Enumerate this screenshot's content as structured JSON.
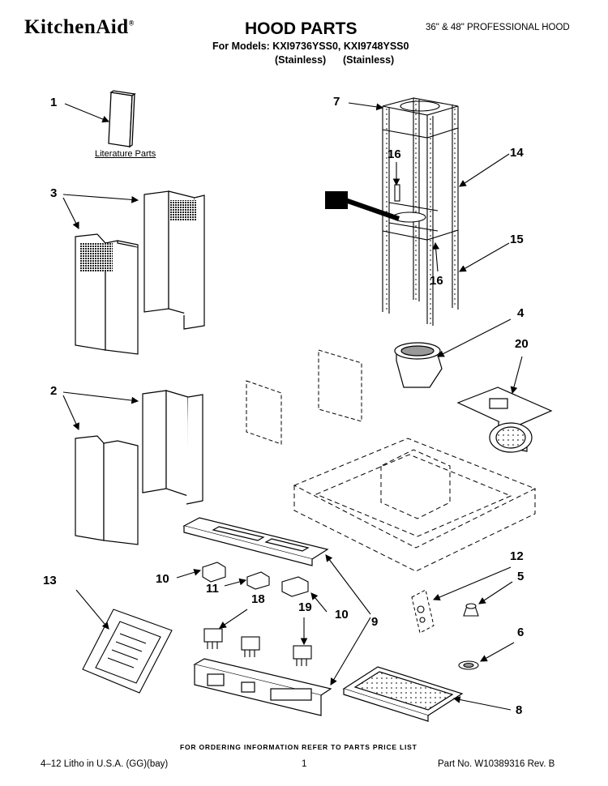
{
  "header": {
    "brand": "KitchenAid",
    "brand_mark": "®",
    "title": "HOOD PARTS",
    "models_line": "For Models: KXI9736YSS0, KXI9748YSS0",
    "material_1": "(Stainless)",
    "material_2": "(Stainless)",
    "hood_type": "36\" & 48\" PROFESSIONAL HOOD"
  },
  "labels": {
    "literature_parts": "Literature Parts"
  },
  "callouts": {
    "c1": "1",
    "c3": "3",
    "c2": "2",
    "c7": "7",
    "c16a": "16",
    "c14": "14",
    "c15": "15",
    "c16b": "16",
    "c4": "4",
    "c20": "20",
    "c12": "12",
    "c5": "5",
    "c6": "6",
    "c8": "8",
    "c9": "9",
    "c10a": "10",
    "c10b": "10",
    "c11": "11",
    "c13": "13",
    "c18": "18",
    "c19": "19"
  },
  "footer": {
    "order_info": "FOR ORDERING INFORMATION REFER TO PARTS PRICE LIST",
    "litho": "4–12 Litho in U.S.A. (GG)(bay)",
    "page_number": "1",
    "part_no": "Part No. W10389316 Rev. B"
  }
}
